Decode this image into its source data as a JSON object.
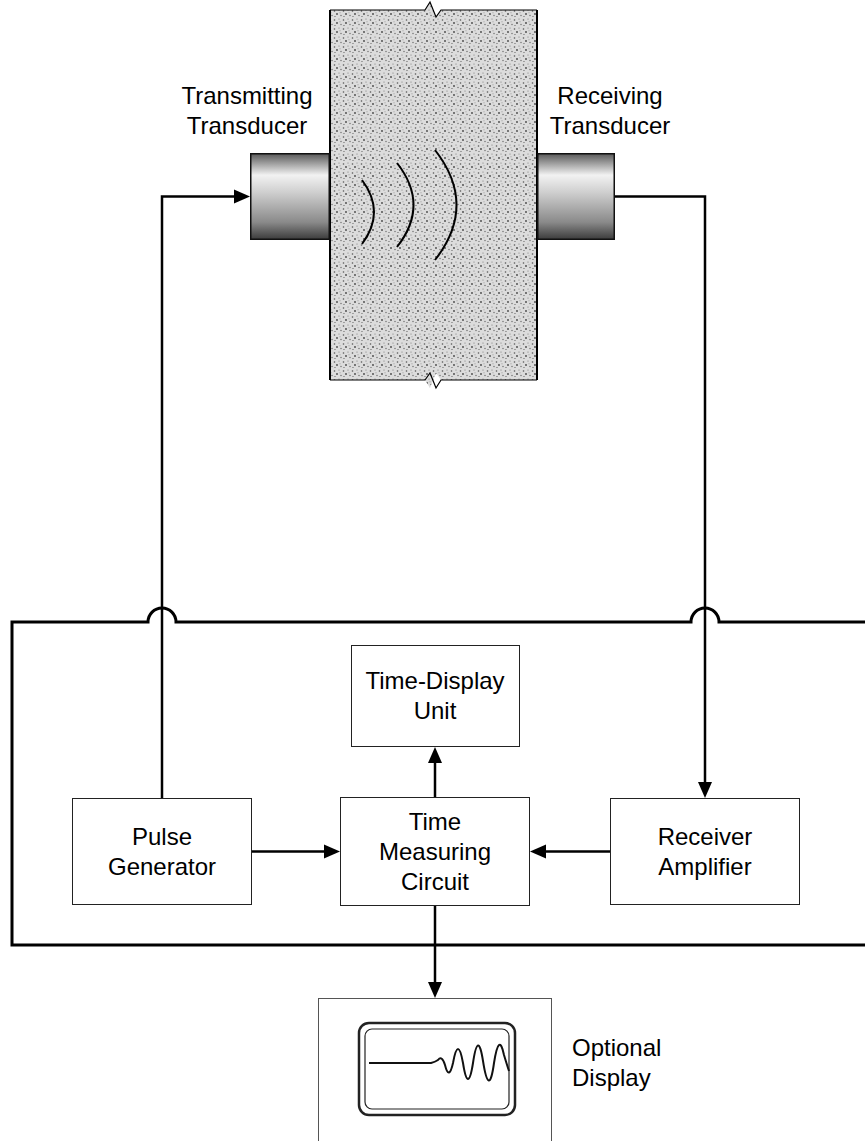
{
  "diagram": {
    "nodes": [
      {
        "text": [
          "Transmitting Transducer"
        ]
      },
      {
        "text": [
          "Receiving Transducer"
        ]
      },
      {
        "text": [
          "Time-Display Unit"
        ]
      },
      {
        "text": [
          "Pulse Generator"
        ]
      },
      {
        "text": [
          "Time Measuring Circuit"
        ]
      },
      {
        "text": [
          "Receiver Amplifier"
        ]
      },
      {
        "text": [
          "Optional Display"
        ]
      }
    ],
    "edges": [
      {
        "from": 3,
        "to": 0,
        "arrow": "to"
      },
      {
        "from": 1,
        "to": 5,
        "arrow": "to"
      },
      {
        "from": 3,
        "to": 4,
        "arrow": "to"
      },
      {
        "from": 5,
        "to": 4,
        "arrow": "to"
      },
      {
        "from": 4,
        "to": 2,
        "arrow": "to"
      },
      {
        "from": 4,
        "to": 6,
        "arrow": "to"
      }
    ]
  }
}
